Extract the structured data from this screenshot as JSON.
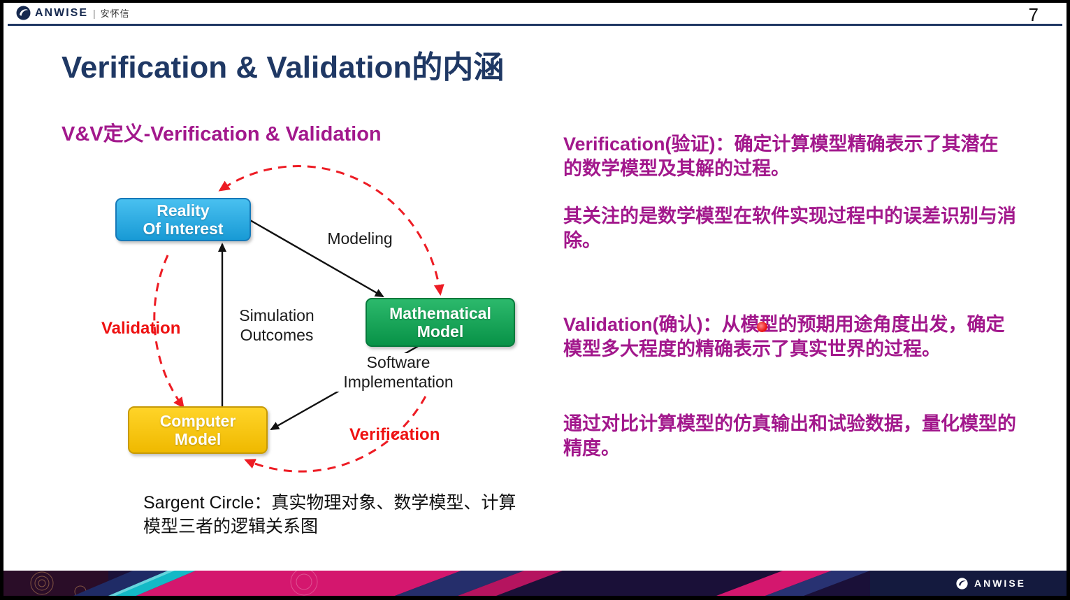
{
  "colors": {
    "accent_navy": "#1F3864",
    "magenta_text": "#A2188C",
    "red_accent": "#EE1111",
    "box_reality": "#189AD5",
    "box_math": "#089247",
    "box_computer": "#EFB900",
    "banner_magenta": "#D4176E",
    "banner_teal": "#13B9C6",
    "banner_navy": "#252E6B"
  },
  "header": {
    "logo_text": "ANWISE",
    "logo_separator": "|",
    "logo_cn": "安怀信",
    "page_number": "7"
  },
  "title": "Verification & Validation的内涵",
  "left": {
    "subtitle": "V&V定义-Verification & Validation",
    "caption": "Sargent Circle：真实物理对象、数学模型、计算模型三者的逻辑关系图"
  },
  "diagram": {
    "nodes": [
      {
        "id": "reality",
        "label_line1": "Reality",
        "label_line2": "Of Interest"
      },
      {
        "id": "math",
        "label_line1": "Mathematical",
        "label_line2": "Model"
      },
      {
        "id": "computer",
        "label_line1": "Computer",
        "label_line2": "Model"
      }
    ],
    "edges": {
      "modeling": "Modeling",
      "simulation_line1": "Simulation",
      "simulation_line2": "Outcomes",
      "software_line1": "Software",
      "software_line2": "Implementation",
      "validation": "Validation",
      "verification": "Verification"
    }
  },
  "right": {
    "paragraphs": [
      "Verification(验证)：确定计算模型精确表示了其潜在的数学模型及其解的过程。",
      "其关注的是数学模型在软件实现过程中的误差识别与消除。",
      "Validation(确认)：从模型的预期用途角度出发，确定模型多大程度的精确表示了真实世界的过程。",
      "通过对比计算模型的仿真输出和试验数据，量化模型的精度。"
    ]
  },
  "footer": {
    "logo_text": "ANWISE"
  }
}
